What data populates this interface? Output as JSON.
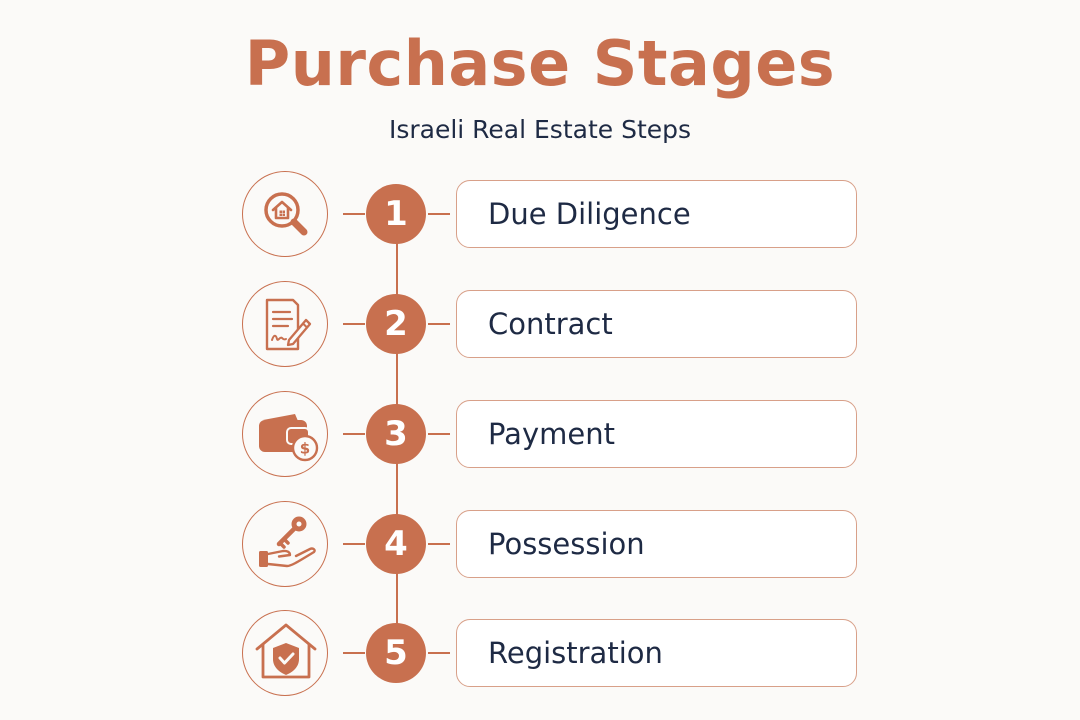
{
  "header": {
    "title": "Purchase Stages",
    "subtitle": "Israeli Real Estate Steps"
  },
  "colors": {
    "accent": "#c8704f",
    "text": "#1e2a44",
    "background": "#fbfaf8"
  },
  "steps": [
    {
      "number": "1",
      "label": "Due Diligence",
      "icon": "house-magnifier-icon"
    },
    {
      "number": "2",
      "label": "Contract",
      "icon": "signed-document-icon"
    },
    {
      "number": "3",
      "label": "Payment",
      "icon": "wallet-dollar-icon"
    },
    {
      "number": "4",
      "label": "Possession",
      "icon": "hand-key-icon"
    },
    {
      "number": "5",
      "label": "Registration",
      "icon": "house-shield-icon"
    }
  ]
}
